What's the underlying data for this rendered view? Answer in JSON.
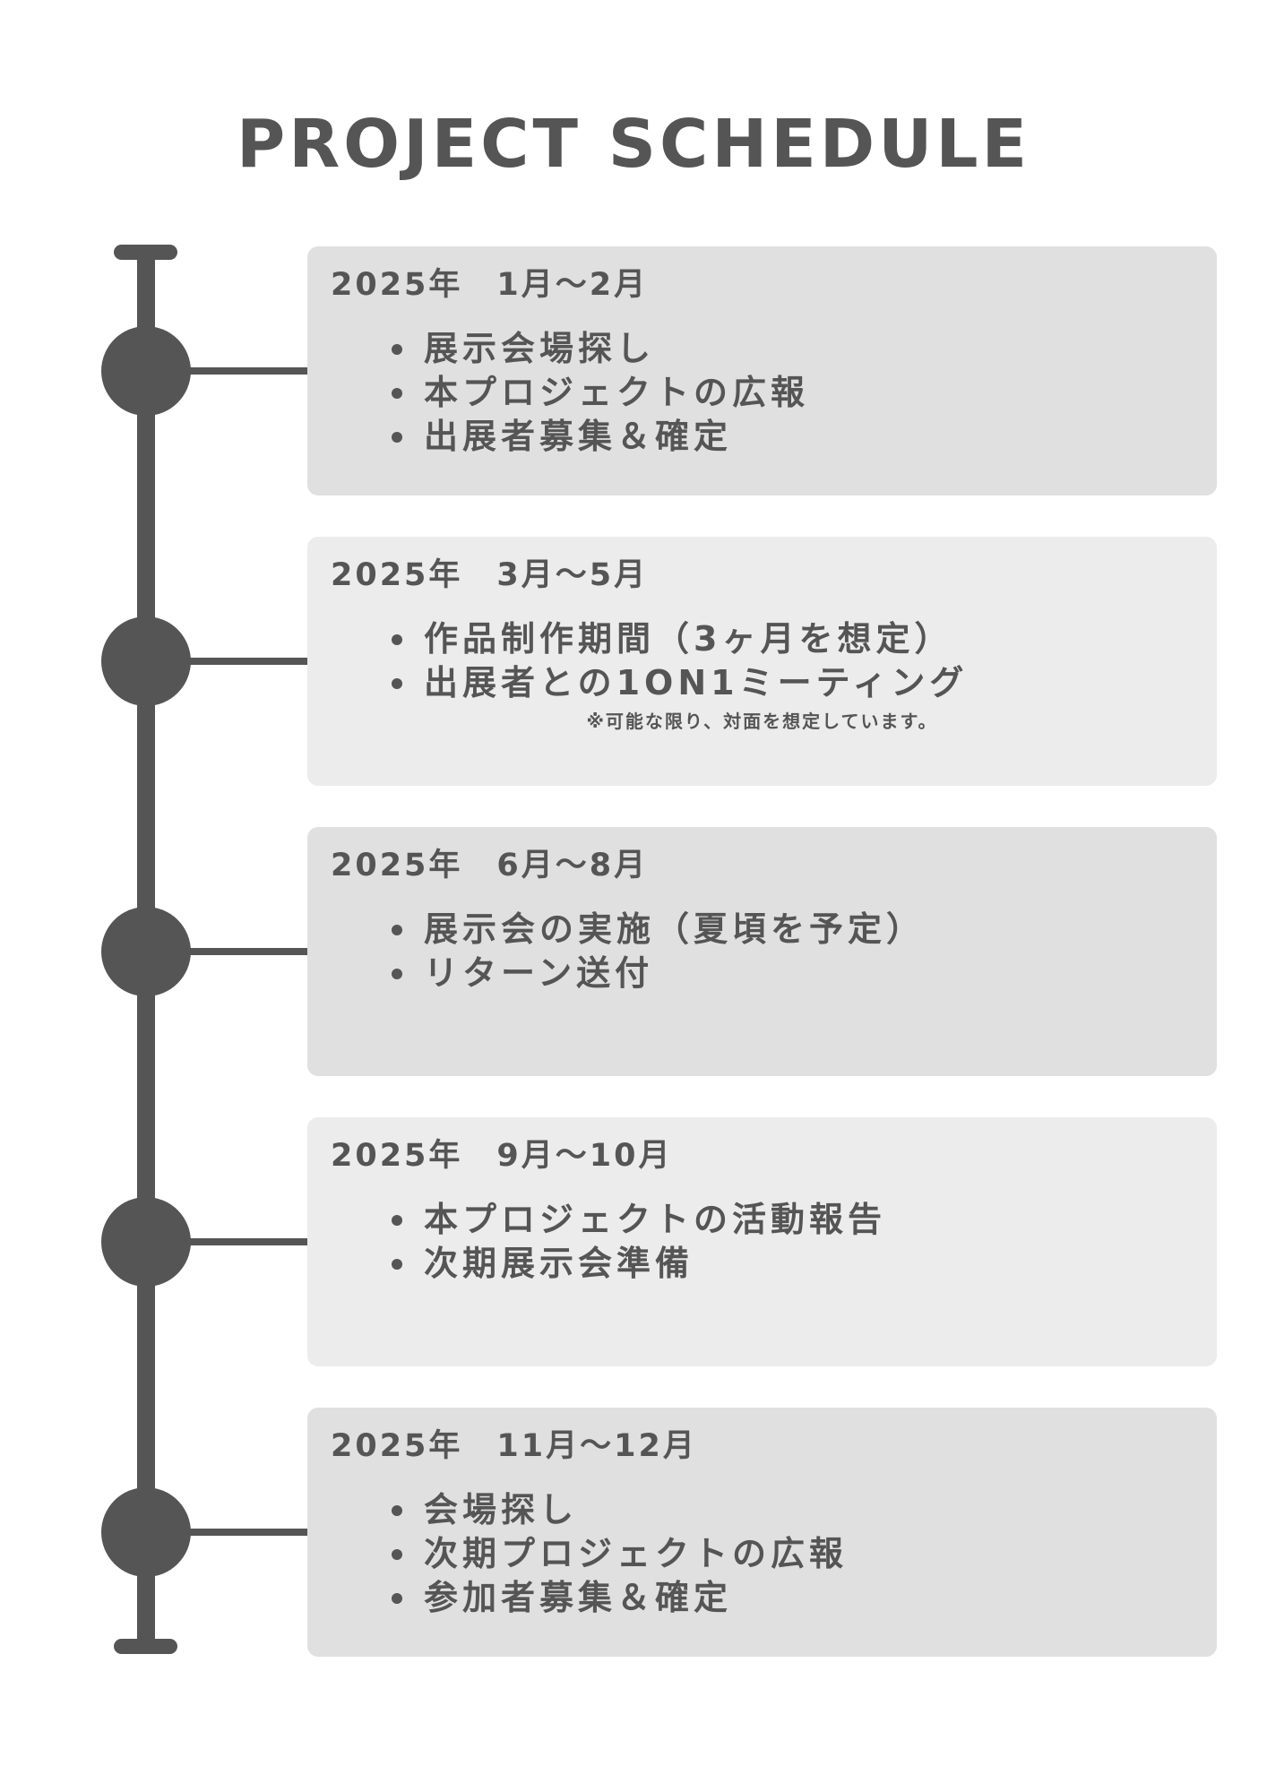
{
  "title": "PROJECT SCHEDULE",
  "colors": {
    "ink": "#555555",
    "card_dark": "#e0e0e0",
    "card_light": "#ececec"
  },
  "phases": [
    {
      "date": "2025年　1月〜2月",
      "items": [
        "展示会場探し",
        "本プロジェクトの広報",
        "出展者募集＆確定"
      ]
    },
    {
      "date": "2025年　3月〜5月",
      "items": [
        "作品制作期間（3ヶ月を想定）",
        "出展者との1ON1ミーティング"
      ],
      "note": "※可能な限り、対面を想定しています。"
    },
    {
      "date": "2025年　6月〜8月",
      "items": [
        "展示会の実施（夏頃を予定）",
        "リターン送付"
      ]
    },
    {
      "date": "2025年　9月〜10月",
      "items": [
        "本プロジェクトの活動報告",
        "次期展示会準備"
      ]
    },
    {
      "date": "2025年　11月〜12月",
      "items": [
        "会場探し",
        "次期プロジェクトの広報",
        "参加者募集＆確定"
      ]
    }
  ]
}
